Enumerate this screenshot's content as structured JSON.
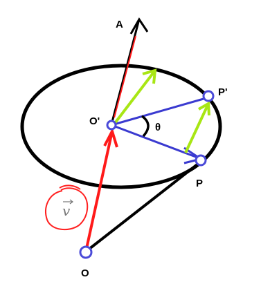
{
  "labels": {
    "A": "A",
    "O_prime": "O'",
    "P_prime": "P'",
    "theta": "θ",
    "P": "P",
    "O": "O",
    "v": "v"
  },
  "colors": {
    "ink": "#000000",
    "axis_red": "#ff1a1a",
    "radius_blue": "#3a3ad0",
    "point_blue": "#4a4ad8",
    "velocity_green": "#a8e614",
    "vector_label": "#777777",
    "annotation_circle": "#ff2020"
  }
}
